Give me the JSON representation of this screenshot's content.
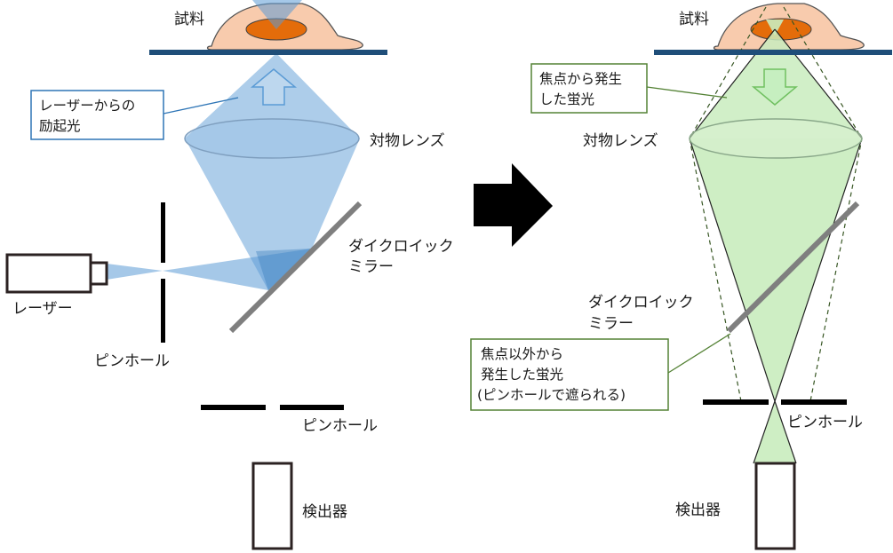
{
  "left": {
    "sample_label": "試料",
    "callout_line1": "レーザーからの",
    "callout_line2": "励起光",
    "objective_label": "対物レンズ",
    "dichroic_line1": "ダイクロイック",
    "dichroic_line2": "ミラー",
    "laser_label": "レーザー",
    "pinhole1_label": "ピンホール",
    "pinhole2_label": "ピンホール",
    "detector_label": "検出器"
  },
  "right": {
    "sample_label": "試料",
    "callout_focus_line1": "焦点から発生",
    "callout_focus_line2": "した蛍光",
    "objective_label": "対物レンズ",
    "dichroic_line1": "ダイクロイック",
    "dichroic_line2": "ミラー",
    "callout_out_line1": "焦点以外から",
    "callout_out_line2": "発生した蛍光",
    "callout_out_line3": "(ピンホールで遮られる)",
    "pinhole_label": "ピンホール",
    "detector_label": "検出器"
  },
  "colors": {
    "excitation": "#5b9bd5",
    "fluorescence": "#c9ecbe",
    "stage": "#1f4e79",
    "cell": "#f8cbad",
    "nucleus": "#e46c0a",
    "mirror": "#7f7f7f",
    "callout_left_border": "#2e75b6",
    "callout_right_border": "#548235"
  }
}
